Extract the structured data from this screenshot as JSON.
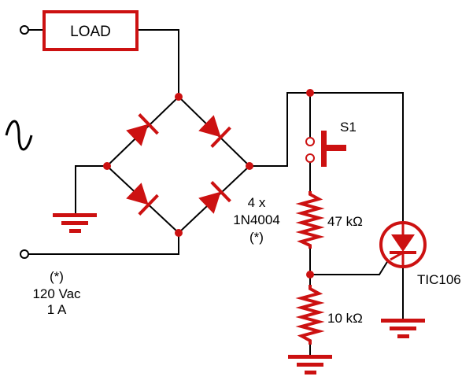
{
  "colors": {
    "wire": "#000000",
    "component": "#cc1111",
    "background": "#ffffff"
  },
  "labels": {
    "load": "LOAD",
    "switch": "S1",
    "diode_count": "4 x",
    "diode_part": "1N4004",
    "diode_note": "(*)",
    "r_top": "47 kΩ",
    "r_bottom": "10 kΩ",
    "scr": "TIC106",
    "supply_note": "(*)",
    "supply_voltage": "120 Vac",
    "supply_current": "1 A"
  },
  "symbols": {
    "ac_source": "sine-wave-icon",
    "grounds": 3,
    "diodes": 4,
    "resistors": 2
  }
}
